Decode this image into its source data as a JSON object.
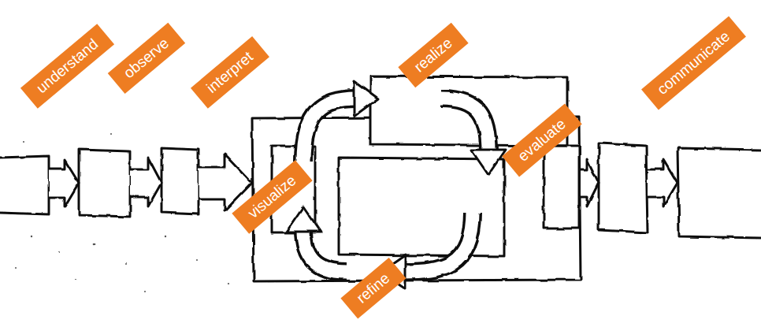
{
  "diagram": {
    "nodes": [
      {
        "text": [
          "understand"
        ]
      },
      {
        "text": [
          "observe"
        ]
      },
      {
        "text": [
          "interpret"
        ]
      },
      {
        "text": [
          "visualize"
        ]
      },
      {
        "text": [
          "realize"
        ]
      },
      {
        "text": [
          "evaluate"
        ]
      },
      {
        "text": [
          "refine"
        ]
      },
      {
        "text": [
          "communicate"
        ]
      }
    ]
  }
}
